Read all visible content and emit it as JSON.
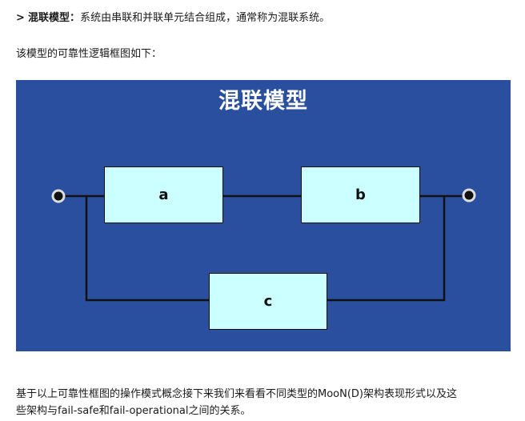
{
  "intro": {
    "marker": ">",
    "term": "混联模型：",
    "definition": "系统由串联和并联单元结合组成，通常称为混联系统。"
  },
  "lead_sentence": "该模型的可靠性逻辑框图如下：",
  "figure": {
    "title": "混联模型",
    "blocks": {
      "a": "a",
      "b": "b",
      "c": "c"
    },
    "colors": {
      "background": "#2a4f9e",
      "block_fill": "#ccffff",
      "line": "#111111"
    }
  },
  "closing_paragraph": {
    "line1": "基于以上可靠性框图的操作模式概念接下来我们来看看不同类型的MooN(D)架构表现形式以及这",
    "line2": "些架构与fail-safe和fail-operational之间的关系。"
  }
}
